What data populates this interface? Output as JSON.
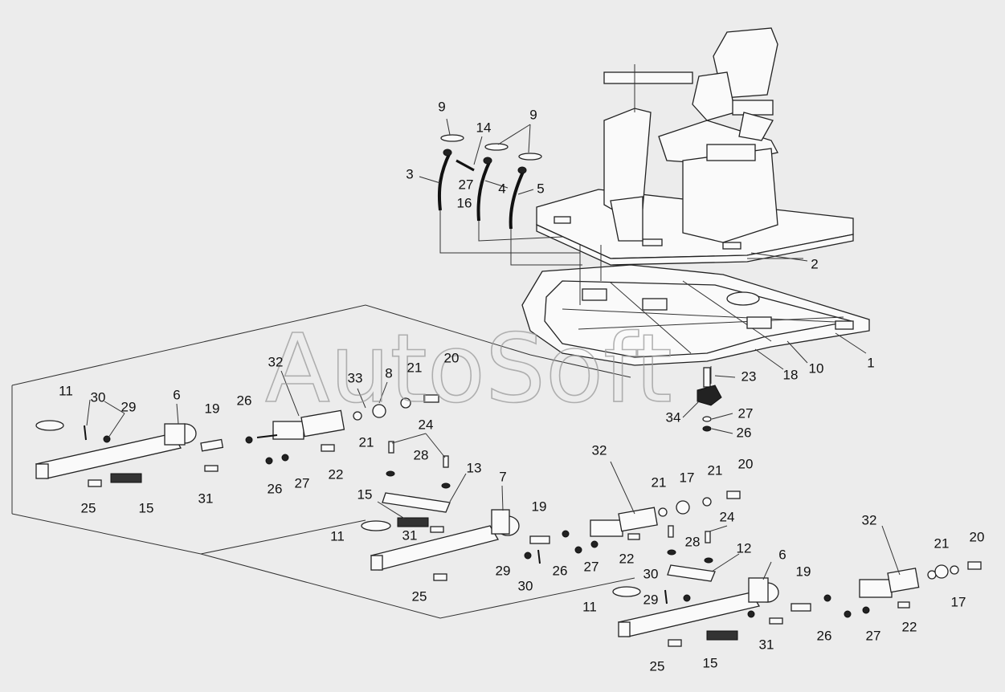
{
  "watermark": "AutoSoft",
  "callouts": [
    {
      "id": "c-9a",
      "text": "9"
    },
    {
      "id": "c-14",
      "text": "14"
    },
    {
      "id": "c-9b",
      "text": "9"
    },
    {
      "id": "c-3",
      "text": "3"
    },
    {
      "id": "c-27a",
      "text": "27"
    },
    {
      "id": "c-4",
      "text": "4"
    },
    {
      "id": "c-5",
      "text": "5"
    },
    {
      "id": "c-16",
      "text": "16"
    },
    {
      "id": "c-2",
      "text": "2"
    },
    {
      "id": "c-1",
      "text": "1"
    },
    {
      "id": "c-10",
      "text": "10"
    },
    {
      "id": "c-18",
      "text": "18"
    },
    {
      "id": "c-23",
      "text": "23"
    },
    {
      "id": "c-34",
      "text": "34"
    },
    {
      "id": "c-27b",
      "text": "27"
    },
    {
      "id": "c-26a",
      "text": "26"
    },
    {
      "id": "c-32a",
      "text": "32"
    },
    {
      "id": "c-33",
      "text": "33"
    },
    {
      "id": "c-8",
      "text": "8"
    },
    {
      "id": "c-21a",
      "text": "21"
    },
    {
      "id": "c-20a",
      "text": "20"
    },
    {
      "id": "c-21b",
      "text": "21"
    },
    {
      "id": "c-11a",
      "text": "11"
    },
    {
      "id": "c-30a",
      "text": "30"
    },
    {
      "id": "c-29a",
      "text": "29"
    },
    {
      "id": "c-6a",
      "text": "6"
    },
    {
      "id": "c-19a",
      "text": "19"
    },
    {
      "id": "c-26b",
      "text": "26"
    },
    {
      "id": "c-22a",
      "text": "22"
    },
    {
      "id": "c-26c",
      "text": "26"
    },
    {
      "id": "c-27c",
      "text": "27"
    },
    {
      "id": "c-31a",
      "text": "31"
    },
    {
      "id": "c-25a",
      "text": "25"
    },
    {
      "id": "c-15a",
      "text": "15"
    },
    {
      "id": "c-24a",
      "text": "24"
    },
    {
      "id": "c-28a",
      "text": "28"
    },
    {
      "id": "c-13",
      "text": "13"
    },
    {
      "id": "c-7",
      "text": "7"
    },
    {
      "id": "c-15b",
      "text": "15"
    },
    {
      "id": "c-11b",
      "text": "11"
    },
    {
      "id": "c-31b",
      "text": "31"
    },
    {
      "id": "c-19b",
      "text": "19"
    },
    {
      "id": "c-32b",
      "text": "32"
    },
    {
      "id": "c-21c",
      "text": "21"
    },
    {
      "id": "c-17a",
      "text": "17"
    },
    {
      "id": "c-21d",
      "text": "21"
    },
    {
      "id": "c-20b",
      "text": "20"
    },
    {
      "id": "c-24b",
      "text": "24"
    },
    {
      "id": "c-28b",
      "text": "28"
    },
    {
      "id": "c-12",
      "text": "12"
    },
    {
      "id": "c-22b",
      "text": "22"
    },
    {
      "id": "c-26d",
      "text": "26"
    },
    {
      "id": "c-27d",
      "text": "27"
    },
    {
      "id": "c-29b",
      "text": "29"
    },
    {
      "id": "c-30b",
      "text": "30"
    },
    {
      "id": "c-25b",
      "text": "25"
    },
    {
      "id": "c-32c",
      "text": "32"
    },
    {
      "id": "c-21e",
      "text": "21"
    },
    {
      "id": "c-20c",
      "text": "20"
    },
    {
      "id": "c-6b",
      "text": "6"
    },
    {
      "id": "c-19c",
      "text": "19"
    },
    {
      "id": "c-30c",
      "text": "30"
    },
    {
      "id": "c-29c",
      "text": "29"
    },
    {
      "id": "c-11c",
      "text": "11"
    },
    {
      "id": "c-17b",
      "text": "17"
    },
    {
      "id": "c-22c",
      "text": "22"
    },
    {
      "id": "c-26e",
      "text": "26"
    },
    {
      "id": "c-27e",
      "text": "27"
    },
    {
      "id": "c-31c",
      "text": "31"
    },
    {
      "id": "c-25c",
      "text": "25"
    },
    {
      "id": "c-15c",
      "text": "15"
    }
  ]
}
